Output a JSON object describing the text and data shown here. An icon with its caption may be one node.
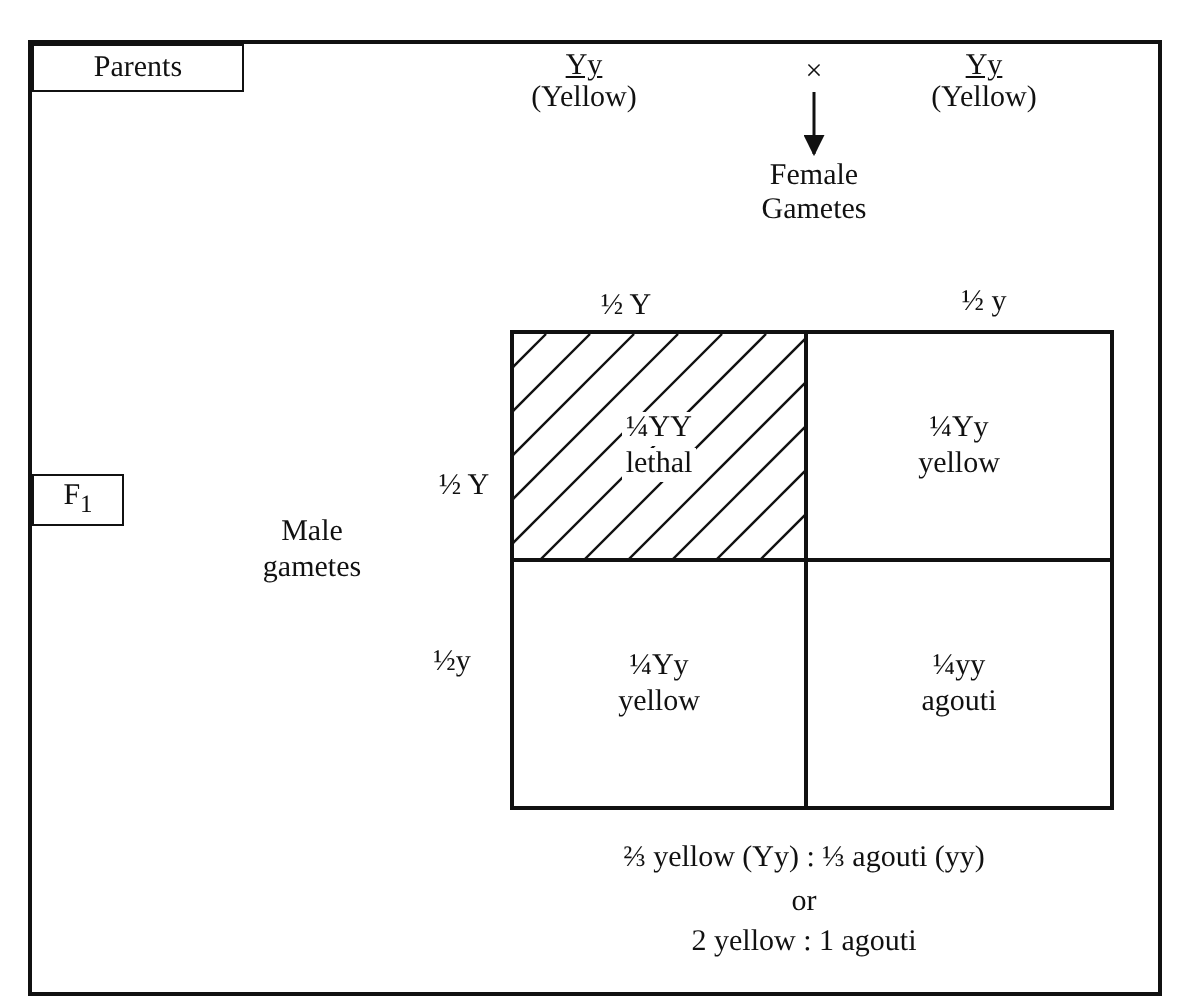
{
  "diagram": {
    "nodes": [
      {
        "text": [],
        "shape": "box"
      },
      {
        "text": [
          "Parents"
        ],
        "in": 0
      },
      {
        "text": [
          "F$_{1}$"
        ],
        "in": 0
      },
      {
        "text": [
          "×"
        ],
        "in": 0
      },
      {
        "text": [
          "Female Gametes"
        ],
        "in": 0
      },
      {
        "text": [
          "¼YY",
          "lethal"
        ],
        "in": 0
      },
      {
        "text": [
          "¼Yy",
          "yellow"
        ],
        "in": 0
      },
      {
        "text": [
          "¼Yy",
          "yellow"
        ],
        "in": 0
      },
      {
        "text": [
          "¼yy",
          "agouti"
        ],
        "in": 0
      }
    ],
    "edges": [
      {
        "from": 3,
        "to": 4,
        "arrow": "to"
      }
    ],
    "labels": [
      "Yy",
      "(Yellow)",
      "Yy",
      "(Yellow)",
      "½ Y",
      "½ y",
      "½ Y",
      "Male gametes",
      "½y",
      "⅔ yellow (Yy) : ⅓ agouti (yy)",
      "or",
      "2 yellow : 1 agouti"
    ]
  }
}
